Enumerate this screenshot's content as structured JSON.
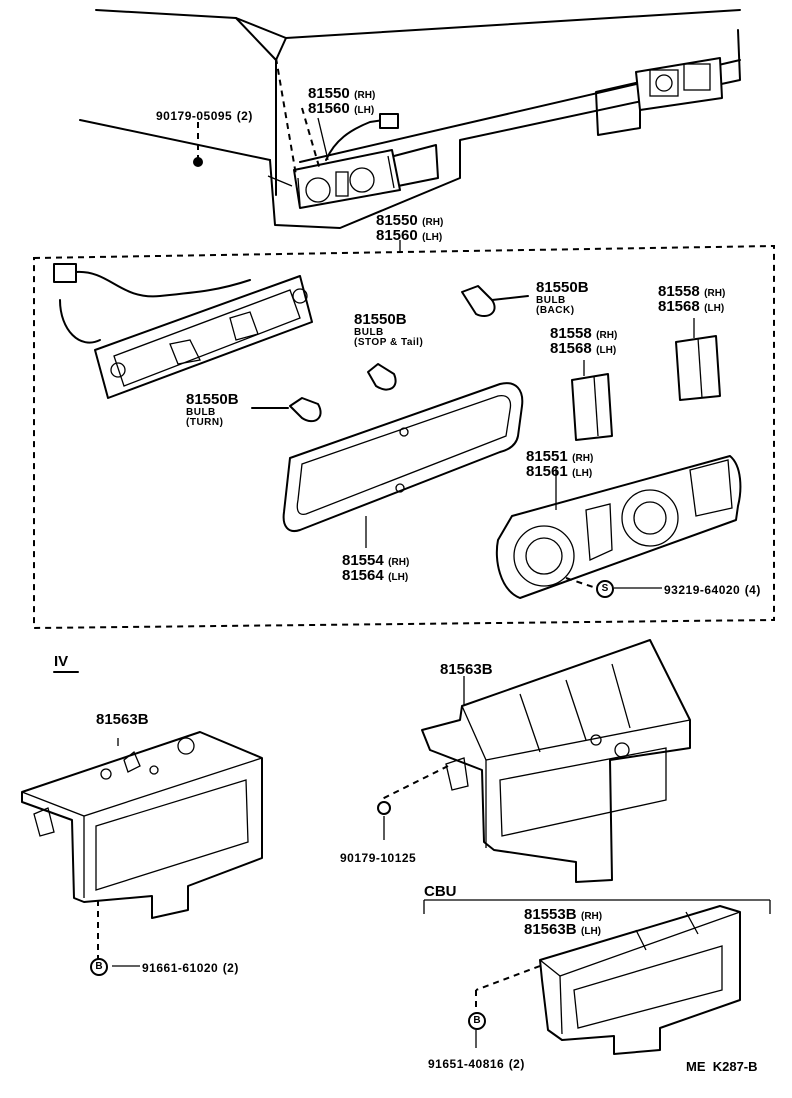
{
  "labels": {
    "lamp_assy_top": {
      "part": "81550",
      "side": "(RH)"
    },
    "lamp_assy_top_lh": {
      "part": "81560",
      "side": "(LH)"
    },
    "screw_top": {
      "part": "90179-05095",
      "qty": "(2)"
    },
    "lamp_assy": {
      "part": "81550",
      "side": "(RH)"
    },
    "lamp_assy_lh": {
      "part": "81560",
      "side": "(LH)"
    },
    "bulb_back": {
      "part": "81550B",
      "line1": "BULB",
      "line2": "(BACK)"
    },
    "bulb_stop": {
      "part": "81550B",
      "line1": "BULB",
      "line2": "(STOP & Tail)"
    },
    "bulb_turn": {
      "part": "81550B",
      "line1": "BULB",
      "line2": "(TURN)"
    },
    "reflector_right": {
      "part": "81558",
      "side": "(RH)"
    },
    "reflector_right_lh": {
      "part": "81568",
      "side": "(LH)"
    },
    "reflector_mid": {
      "part": "81558",
      "side": "(RH)"
    },
    "reflector_mid_lh": {
      "part": "81568",
      "side": "(LH)"
    },
    "lens": {
      "part": "81551",
      "side": "(RH)"
    },
    "lens_lh": {
      "part": "81561",
      "side": "(LH)"
    },
    "gasket": {
      "part": "81554",
      "side": "(RH)"
    },
    "gasket_lh": {
      "part": "81564",
      "side": "(LH)"
    },
    "lens_screw": {
      "part": "93219-64020",
      "qty": "(4)",
      "mark": "S"
    },
    "section_iv": "IV",
    "bracket_iv": {
      "part": "81563B"
    },
    "bolt_iv": {
      "part": "91661-61020",
      "qty": "(2)",
      "mark": "B"
    },
    "bracket_mid": {
      "part": "81563B"
    },
    "nut_mid": {
      "part": "90179-10125"
    },
    "section_cbu": "CBU",
    "bracket_cbu": {
      "part": "81553B",
      "side": "(RH)"
    },
    "bracket_cbu_lh": {
      "part": "81563B",
      "side": "(LH)"
    },
    "bolt_cbu": {
      "part": "91651-40816",
      "qty": "(2)",
      "mark": "B"
    },
    "ref_code": "ME  K287-B"
  }
}
